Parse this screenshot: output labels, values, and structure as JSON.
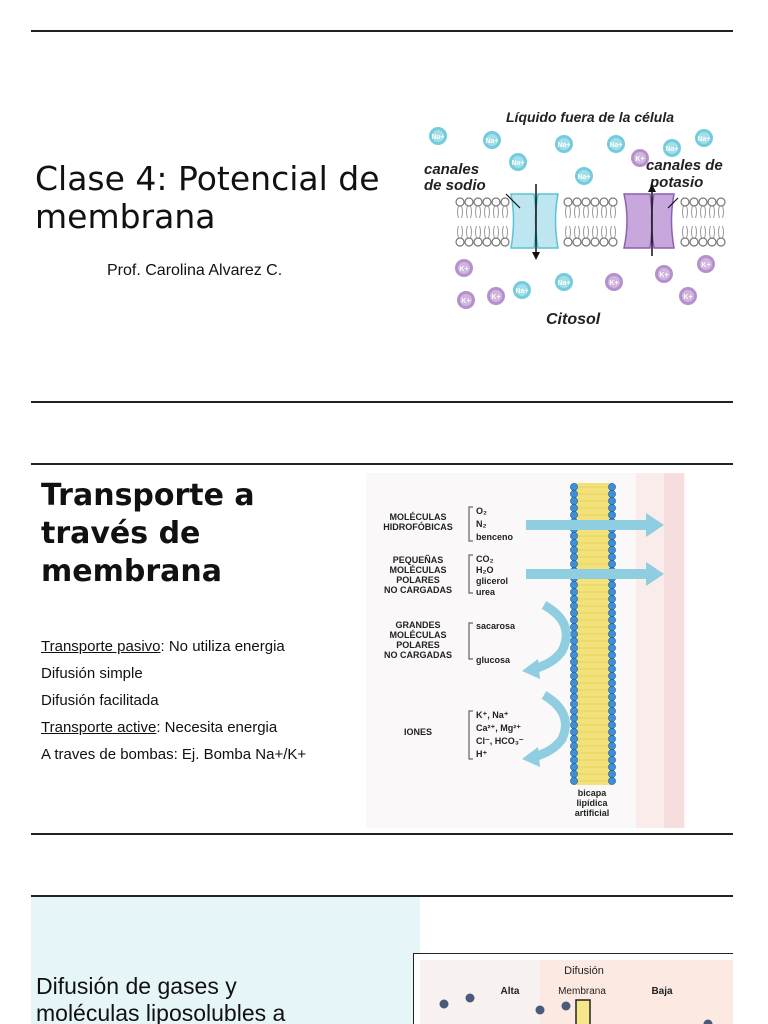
{
  "slide1": {
    "title_line1": "Clase 4: Potencial de",
    "title_line2": "membrana",
    "author": "Prof. Carolina Alvarez C.",
    "figure": {
      "outside_label": "Líquido fuera de la célula",
      "sodium_label_1": "canales",
      "sodium_label_2": "de sodio",
      "potassium_label_1": "canales de",
      "potassium_label_2": "potasio",
      "inside_label": "Citosol",
      "na_ion": "Na+",
      "k_ion": "K+",
      "na_color": "#5bc3d6",
      "k_color": "#a97cc4"
    }
  },
  "slide2": {
    "title_line1": "Transporte a",
    "title_line2": "través de",
    "title_line3": "membrana",
    "passive_label": "Transporte pasivo",
    "passive_rest": ": No utiliza energia",
    "simple": "Difusión simple",
    "facilitated": "Difusión facilitada",
    "active_label": "Transporte active",
    "active_rest": ": Necesita energia",
    "pumps": "A traves de bombas: Ej. Bomba Na+/K+",
    "figure": {
      "g1_a": "MOLÉCULAS",
      "g1_b": "HIDROFÓBICAS",
      "g1_i1": "O₂",
      "g1_i2": "N₂",
      "g1_i3": "benceno",
      "g2_a": "PEQUEÑAS",
      "g2_b": "MOLÉCULAS",
      "g2_c": "POLARES",
      "g2_d": "NO CARGADAS",
      "g2_i1": "CO₂",
      "g2_i2": "H₂O",
      "g2_i3": "glicerol",
      "g2_i4": "urea",
      "g3_a": "GRANDES",
      "g3_b": "MOLÉCULAS",
      "g3_c": "POLARES",
      "g3_d": "NO CARGADAS",
      "g3_i1": "sacarosa",
      "g3_i2": "glucosa",
      "g4_a": "IONES",
      "g4_i1": "K⁺, Na⁺",
      "g4_i2": "Ca²⁺, Mg²⁺",
      "g4_i3": "Cl⁻, HCO₃⁻",
      "g4_i4": "H⁺",
      "bilayer_1": "bicapa",
      "bilayer_2": "lipídica",
      "bilayer_3": "artificial",
      "arrow_color": "#8fcde0",
      "bilayer_color": "#f3e27a",
      "head_color": "#3f8fd6"
    }
  },
  "slide3": {
    "title_line1": "Difusión de gases y",
    "title_line2": "moléculas liposolubles a",
    "figure": {
      "heading": "Difusión",
      "high": "Alta",
      "membrane": "Membrana",
      "low": "Baja"
    }
  }
}
